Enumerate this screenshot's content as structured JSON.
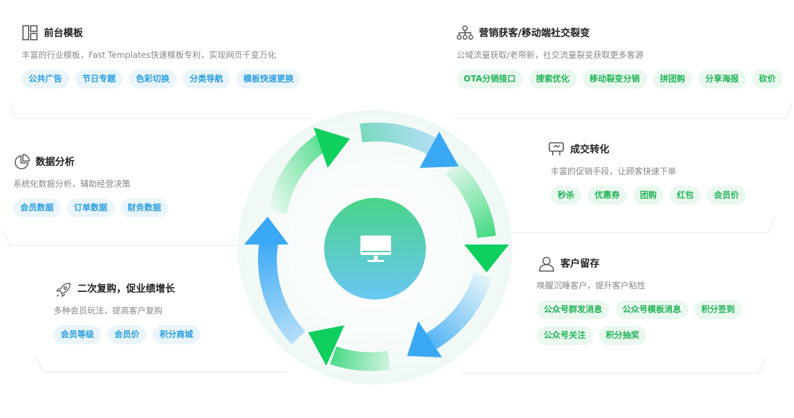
{
  "sections": {
    "frontend": {
      "icon": "layout-grid-icon",
      "title": "前台模板",
      "desc": "丰富的行业模板，Fast Templates快速模板专利，实现网页千变万化",
      "tags": [
        "公共广告",
        "节日专题",
        "色彩切换",
        "分类导航",
        "模板快速更换"
      ]
    },
    "marketing": {
      "icon": "network-icon",
      "title": "营销获客/移动端社交裂变",
      "desc": "公域流量获取/老带新，社交流量裂变获取更多客源",
      "tags": [
        "OTA分销接口",
        "搜索优化",
        "移动裂变分销",
        "拼团购",
        "分享海报",
        "砍价"
      ]
    },
    "analytics": {
      "icon": "pie-chart-icon",
      "title": "数据分析",
      "desc": "系统化数据分析，辅助经营决策",
      "tags": [
        "会员数据",
        "订单数据",
        "财务数据"
      ]
    },
    "conversion": {
      "icon": "handshake-icon",
      "title": "成交转化",
      "desc": "丰富的促销手段，让顾客快速下单",
      "tags": [
        "秒杀",
        "优惠券",
        "团购",
        "红包",
        "会员价"
      ]
    },
    "retention": {
      "icon": "user-icon",
      "title": "客户留存",
      "desc": "唤醒沉睡客户，提升客户粘性",
      "tags": [
        "公众号群发消息",
        "公众号模板消息",
        "积分签到",
        "公众号关注",
        "积分抽奖"
      ]
    },
    "repurchase": {
      "icon": "rocket-icon",
      "title": "二次复购，促业绩增长",
      "desc": "多种会员玩法，提高客户复购",
      "tags": [
        "会员等级",
        "会员价",
        "积分商城"
      ]
    }
  },
  "center": {
    "icon": "monitor-icon"
  },
  "colors": {
    "blue": "#2b9ee0",
    "green": "#22b457",
    "arrow_green": "#0fcf5e",
    "arrow_blue": "#3aa8f5",
    "center_top": "#49d488",
    "center_bottom": "#6ac7f4"
  }
}
